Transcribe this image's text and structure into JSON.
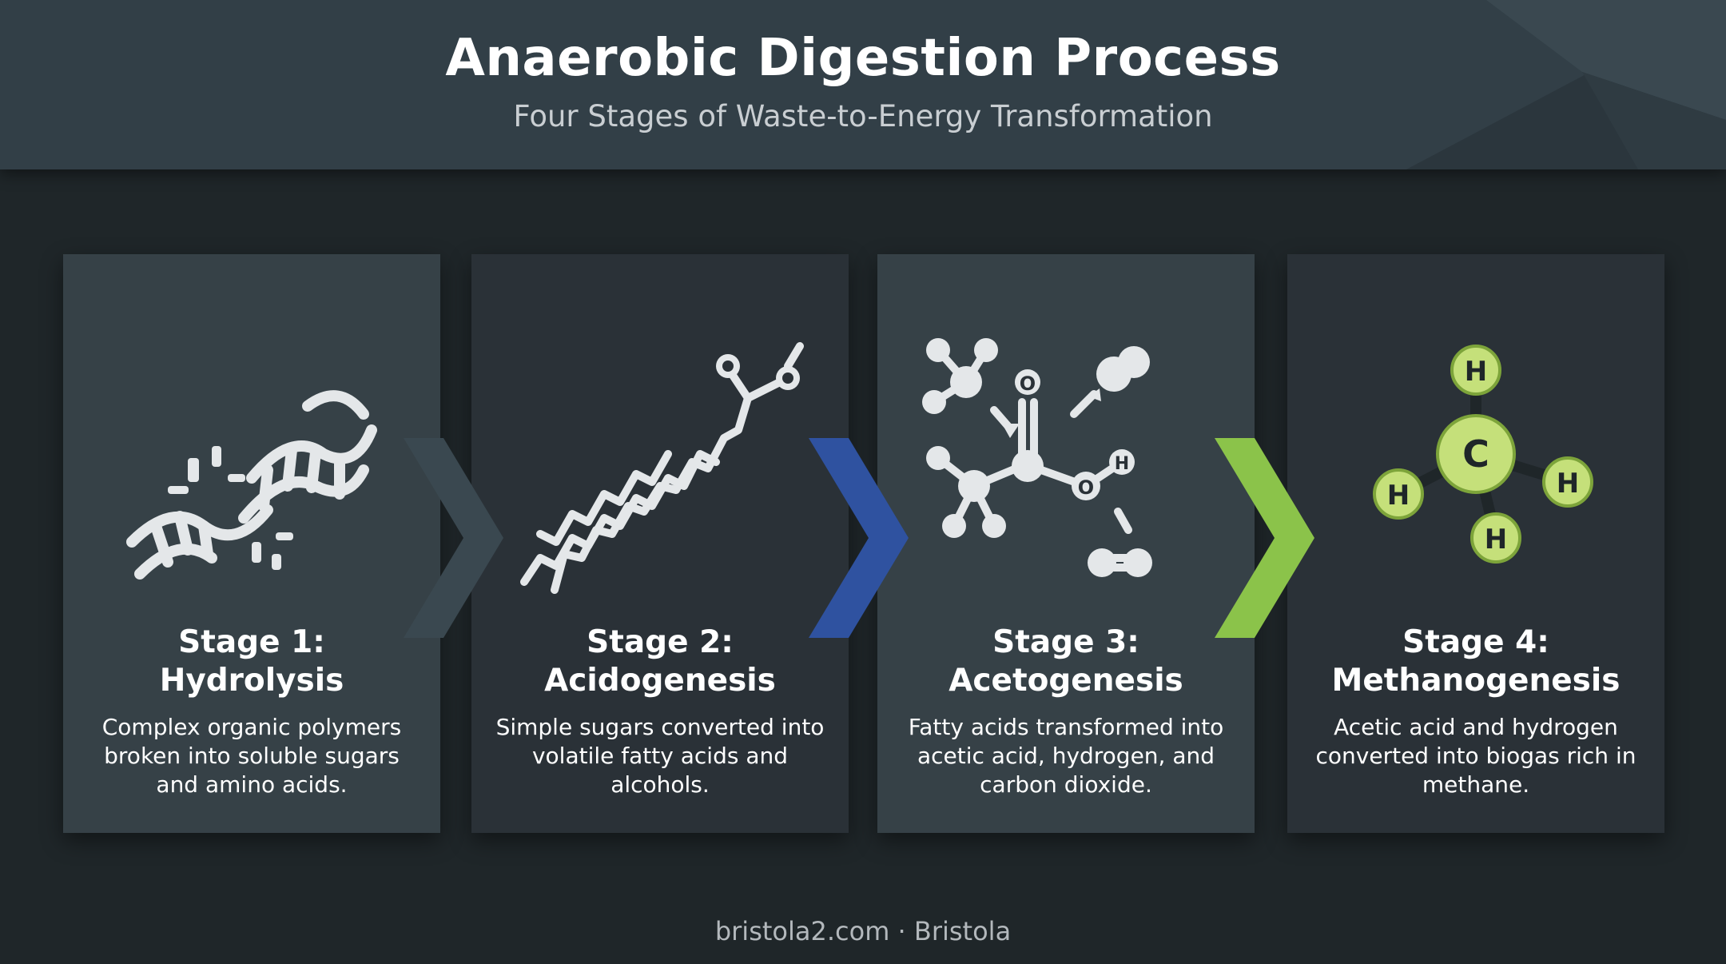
{
  "header": {
    "title": "Anaerobic Digestion Process",
    "subtitle": "Four Stages of Waste-to-Energy Transformation"
  },
  "stages": [
    {
      "title_line1": "Stage 1:",
      "title_line2": "Hydrolysis",
      "description": "Complex organic polymers broken into soluble sugars and amino acids.",
      "icon": "dna-strand-icon"
    },
    {
      "title_line1": "Stage 2:",
      "title_line2": "Acidogenesis",
      "description": "Simple sugars converted into volatile fatty acids and alcohols.",
      "icon": "fatty-acid-chain-icon"
    },
    {
      "title_line1": "Stage 3:",
      "title_line2": "Acetogenesis",
      "description": "Fatty acids transformed into acetic acid, hydrogen, and carbon dioxide.",
      "icon": "acetic-acid-molecule-icon",
      "atom_o1": "O",
      "atom_o2": "O",
      "atom_h": "H"
    },
    {
      "title_line1": "Stage 4:",
      "title_line2": "Methanogenesis",
      "description": "Acetic acid and hydrogen converted into biogas rich in methane.",
      "icon": "methane-molecule-icon",
      "atom_c": "C",
      "atom_h_top": "H",
      "atom_h_left": "H",
      "atom_h_right": "H",
      "atom_h_bottom": "H"
    }
  ],
  "colors": {
    "chevron_1": "#3a4850",
    "chevron_2": "#2f52a0",
    "chevron_3": "#8bc34a",
    "methane_green": "#c5e07a"
  },
  "footer": "bristola2.com · Bristola"
}
